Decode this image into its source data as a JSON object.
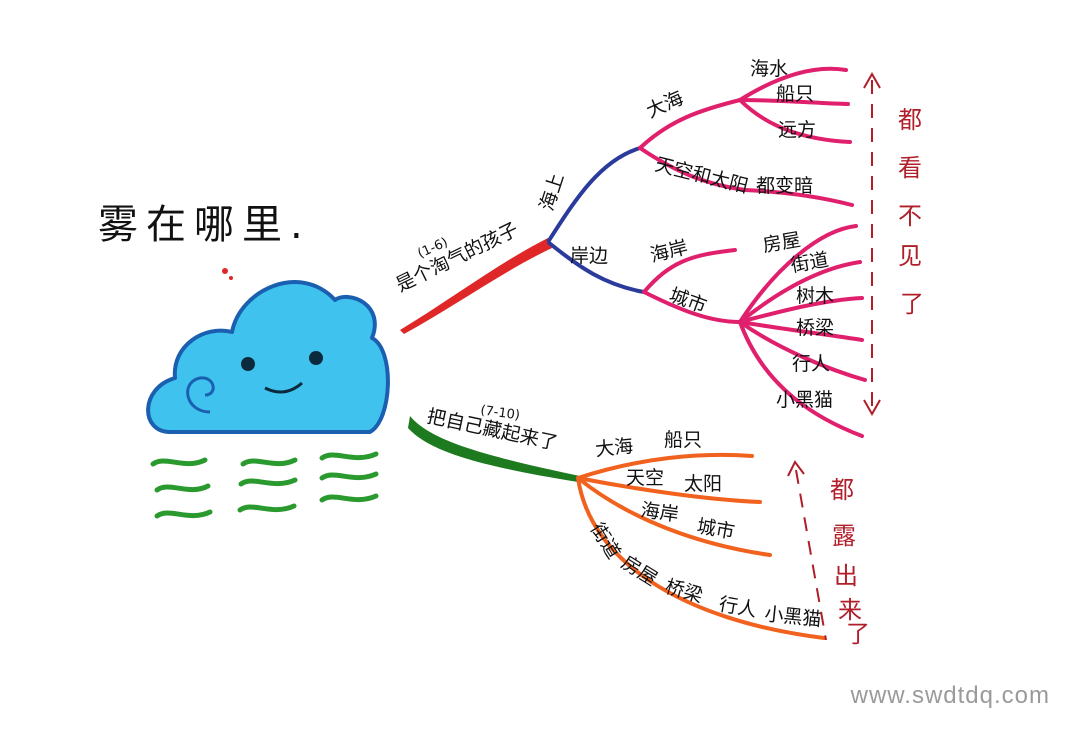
{
  "title": "雾在哪里.",
  "colors": {
    "cloud": "#3fc3ee",
    "cloud_outline": "#1b5fb0",
    "red_branch": "#e02727",
    "blue_branch": "#2a3b9c",
    "pink_branch": "#e0206c",
    "green_branch": "#1e7a1e",
    "orange_branch": "#f0621e",
    "side_note": "#b01e2a"
  },
  "cloud_icon": "cloud-with-face",
  "upper": {
    "range": "(1-6)",
    "label": "是个淘气的孩子",
    "sea": {
      "label": "海上",
      "big_sea": {
        "label": "大海",
        "items": [
          "海水",
          "船只",
          "远方"
        ]
      },
      "sky_sun": {
        "label": "天空和太阳",
        "item": "都变暗"
      }
    },
    "shore": {
      "label": "岸边",
      "beach": {
        "label": "海岸"
      },
      "city": {
        "label": "城市",
        "items": [
          "房屋",
          "街道",
          "树木",
          "桥梁",
          "行人",
          "小黑猫"
        ]
      }
    },
    "side_note": [
      "都",
      "看",
      "不",
      "见",
      "了"
    ]
  },
  "lower": {
    "range": "(7-10)",
    "label": "把自己藏起来了",
    "rows": [
      [
        "大海",
        "船只"
      ],
      [
        "天空",
        "太阳"
      ],
      [
        "海岸",
        "城市"
      ],
      [
        "街道",
        "房屋",
        "桥梁",
        "行人",
        "小黑猫"
      ]
    ],
    "side_note": [
      "都",
      "露",
      "出",
      "来",
      "了"
    ]
  },
  "watermark": "www.swdtdq.com"
}
